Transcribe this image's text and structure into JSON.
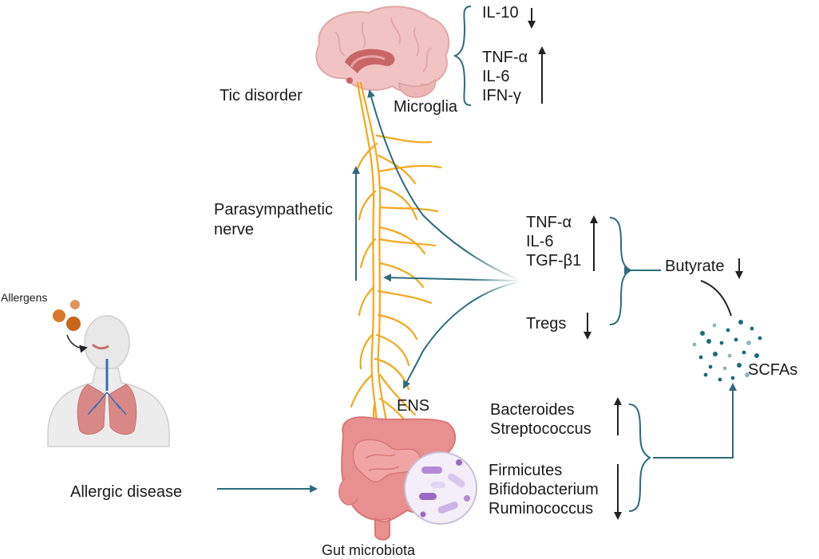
{
  "labels": {
    "tic_disorder": "Tic disorder",
    "microglia": "Microglia",
    "parasympathetic_nerve_line1": "Parasympathetic",
    "parasympathetic_nerve_line2": "nerve",
    "allergens": "Allergens",
    "allergic_disease": "Allergic disease",
    "ens": "ENS",
    "gut_microbiota": "Gut microbiota",
    "butyrate": "Butyrate",
    "scfas": "SCFAs"
  },
  "brain_cytokines": {
    "down": [
      "IL-10"
    ],
    "up": [
      "TNF-α",
      "IL-6",
      "IFN-γ"
    ]
  },
  "gut_cytokines": {
    "up": [
      "TNF-α",
      "IL-6",
      "TGF-β1"
    ],
    "down": [
      "Tregs"
    ]
  },
  "bacteria": {
    "increased": [
      "Bacteroides",
      "Streptococcus"
    ],
    "decreased": [
      "Firmicutes",
      "Bifidobacterium",
      "Ruminococcus"
    ]
  },
  "colors": {
    "arrow_teal": "#2e6b7a",
    "nerve": "#f2a81d",
    "brain": "#f1c3c3",
    "gut": "#e8908f",
    "scfa_dots": "#1f6a78"
  }
}
